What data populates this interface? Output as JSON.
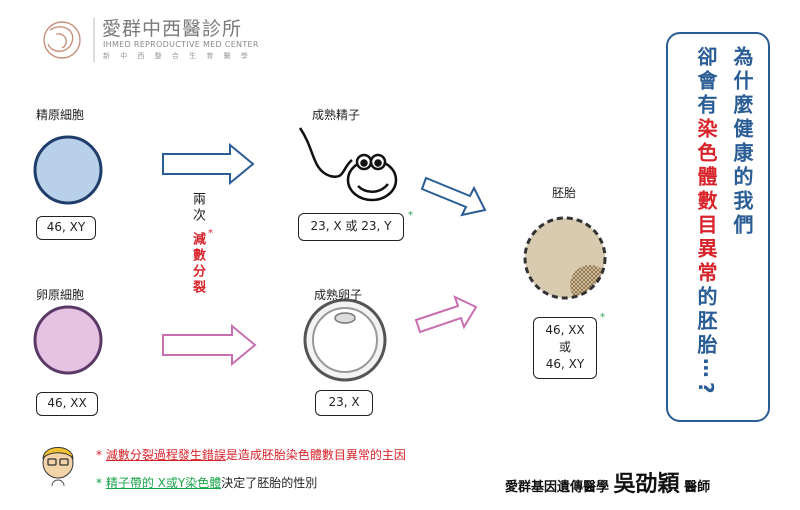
{
  "header": {
    "clinic_name": "愛群中西醫診所",
    "clinic_name_en": "IHMED REPRODUCTIVE MED CENTER",
    "tagline": "新 中 西 整 合 生 育 醫 學"
  },
  "diagram": {
    "sperm_precursor_label": "精原細胞",
    "sperm_precursor_karyotype": "46, XY",
    "egg_precursor_label": "卵原細胞",
    "egg_precursor_karyotype": "46, XX",
    "division_label_top": "兩次",
    "division_label_bottom": "減數分裂",
    "division_star": "*",
    "mature_sperm_label": "成熟精子",
    "mature_sperm_karyotype": "23, X 或 23, Y",
    "mature_sperm_star": "*",
    "mature_egg_label": "成熟卵子",
    "mature_egg_karyotype": "23, X",
    "embryo_label": "胚胎",
    "embryo_karyotype_a": "46, XX",
    "embryo_karyotype_or": "或",
    "embryo_karyotype_b": "46, XY",
    "embryo_star": "*"
  },
  "side_panel": {
    "col_right": "為什麼健康的我們",
    "col_left_a": "卻會有",
    "col_left_red": "染色體數目異常",
    "col_left_b": "的胚胎⋯?"
  },
  "notes": {
    "note1_star": "*",
    "note1_underlined": "減數分裂過程發生錯誤",
    "note1_rest": "是造成胚胎染色體數目異常的主因",
    "note2_star": "*",
    "note2_underlined": "精子帶的 X或Y染色體",
    "note2_rest": "決定了胚胎的性別"
  },
  "signature": {
    "prefix": "愛群基因遺傳醫學",
    "name": "吳劭穎",
    "suffix": "醫師"
  },
  "colors": {
    "sperm_cell": "#b9d0ea",
    "egg_cell": "#e6c3e2",
    "arrow_blue": "#2a5d95",
    "arrow_pink": "#c86fb1",
    "accent_red": "#d8232a",
    "accent_green": "#1aa34a",
    "embryo": "#d8cbb0"
  }
}
